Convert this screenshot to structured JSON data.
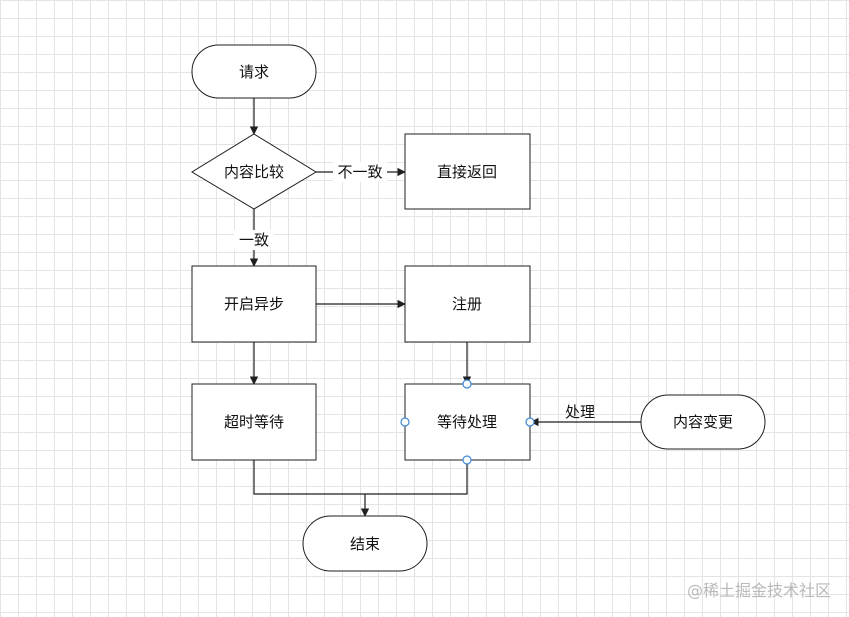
{
  "nodes": {
    "request": "请求",
    "compare": "内容比较",
    "return_direct": "直接返回",
    "start_async": "开启异步",
    "register": "注册",
    "timeout_wait": "超时等待",
    "wait_process": "等待处理",
    "content_change": "内容变更",
    "end": "结束"
  },
  "edges": {
    "inconsistent": "不一致",
    "consistent": "一致",
    "process": "处理"
  },
  "watermark": "@稀土掘金技术社区"
}
